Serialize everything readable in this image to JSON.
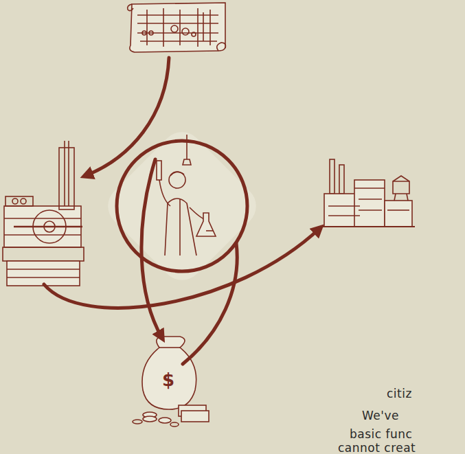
{
  "diagram": {
    "labels": [
      "citiz",
      "We've",
      "basic func",
      "cannot creat"
    ]
  }
}
